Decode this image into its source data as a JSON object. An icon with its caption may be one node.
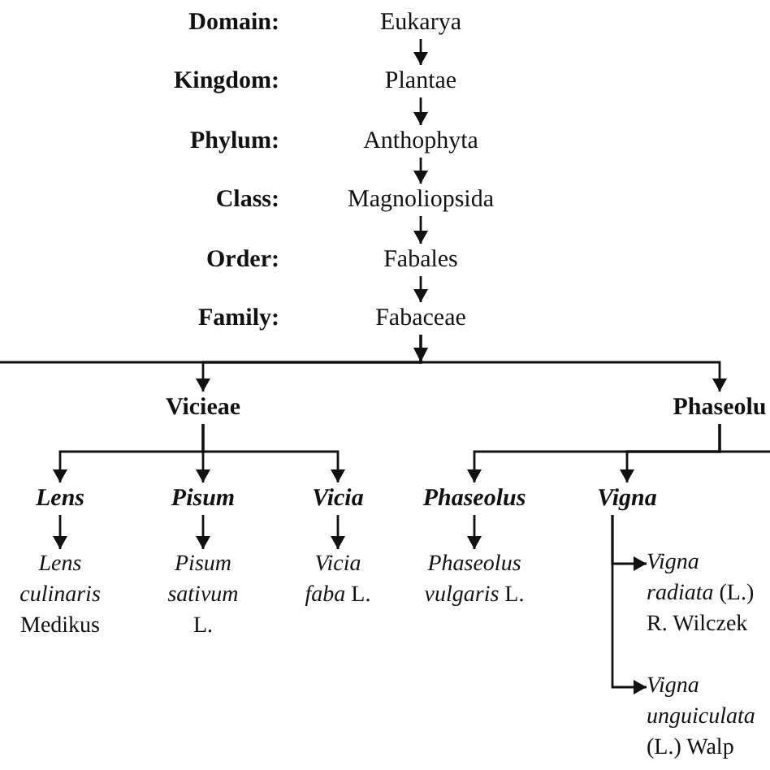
{
  "diagram": {
    "nodes": [
      {
        "text": [
          "Eukarya"
        ]
      },
      {
        "text": [
          "Plantae"
        ]
      },
      {
        "text": [
          "Anthophyta"
        ]
      },
      {
        "text": [
          "Magnoliopsida"
        ]
      },
      {
        "text": [
          "Fabales"
        ]
      },
      {
        "text": [
          "Fabaceae"
        ]
      },
      {
        "text": [
          "Vicieae"
        ]
      },
      {
        "text": [
          "Phaseolu"
        ]
      },
      {
        "text": [
          "Lens"
        ]
      },
      {
        "text": [
          "Pisum"
        ]
      },
      {
        "text": [
          "Vicia"
        ]
      },
      {
        "text": [
          "Phaseolus"
        ]
      },
      {
        "text": [
          "Vigna"
        ]
      },
      {
        "text": [
          "*Lens culinaris* Medikus"
        ]
      },
      {
        "text": [
          "*Pisum sativum* L."
        ]
      },
      {
        "text": [
          "*Vicia faba* L."
        ]
      },
      {
        "text": [
          "*Phaseolus vulgaris* L."
        ]
      },
      {
        "text": [
          "*Vigna radiata* (L.) R. Wilczek"
        ]
      },
      {
        "text": [
          "*Vigna unguiculata* (L.) Walp"
        ]
      }
    ],
    "edges": [
      {
        "from": 0,
        "to": 1,
        "arrow": "to"
      },
      {
        "from": 1,
        "to": 2,
        "arrow": "to"
      },
      {
        "from": 2,
        "to": 3,
        "arrow": "to"
      },
      {
        "from": 3,
        "to": 4,
        "arrow": "to"
      },
      {
        "from": 4,
        "to": 5,
        "arrow": "to"
      },
      {
        "from": 5,
        "to": 6,
        "arrow": "to"
      },
      {
        "from": 5,
        "to": 7,
        "arrow": "to"
      },
      {
        "from": 6,
        "to": 8,
        "arrow": "to"
      },
      {
        "from": 6,
        "to": 9,
        "arrow": "to"
      },
      {
        "from": 6,
        "to": 10,
        "arrow": "to"
      },
      {
        "from": 7,
        "to": 11,
        "arrow": "to"
      },
      {
        "from": 7,
        "to": 12,
        "arrow": "to"
      },
      {
        "from": 8,
        "to": 13,
        "arrow": "to"
      },
      {
        "from": 9,
        "to": 14,
        "arrow": "to"
      },
      {
        "from": 10,
        "to": 15,
        "arrow": "to"
      },
      {
        "from": 11,
        "to": 16,
        "arrow": "to"
      },
      {
        "from": 12,
        "to": 17,
        "arrow": "to"
      },
      {
        "from": 12,
        "to": 18,
        "arrow": "to"
      },
      {
        "from": 5,
        "to": null,
        "arrow": "none"
      },
      {
        "from": 7,
        "to": null,
        "arrow": "none"
      }
    ],
    "labels": [
      "Domain:",
      "Kingdom:",
      "Phylum:",
      "Class:",
      "Order:",
      "Family:"
    ]
  }
}
